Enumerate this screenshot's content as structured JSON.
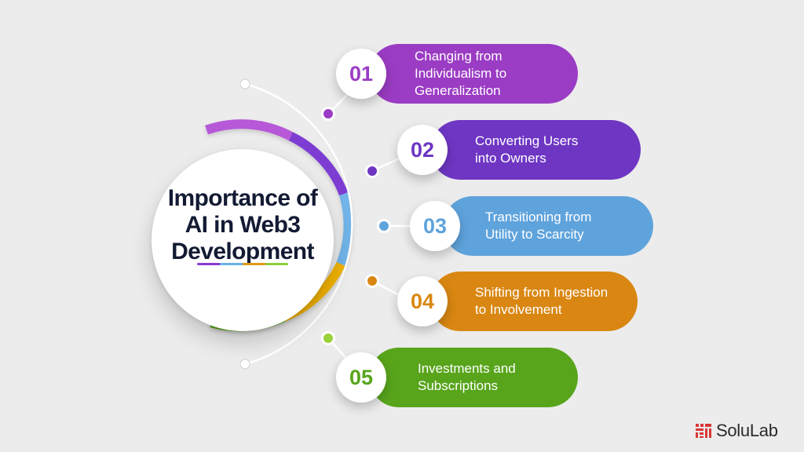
{
  "title": "Importance of AI in Web3 Development",
  "title_lines": [
    "Importance of",
    "AI in Web3",
    "Development"
  ],
  "colors": {
    "background": "#ececec",
    "step1": "#9b3cc4",
    "step2": "#6e36c3",
    "step3": "#5fa3dc",
    "step4": "#d98712",
    "step5": "#58a51c",
    "step5_dot": "#9bd13a",
    "connector": "#ffffff",
    "title_text": "#131a33",
    "logo_red": "#d93636"
  },
  "steps": [
    {
      "number": "01",
      "lines": [
        "Changing from",
        "Individualism to",
        "Generalization"
      ],
      "color_key": "step1"
    },
    {
      "number": "02",
      "lines": [
        "Converting Users",
        "into Owners"
      ],
      "color_key": "step2"
    },
    {
      "number": "03",
      "lines": [
        "Transitioning from",
        "Utility to Scarcity"
      ],
      "color_key": "step3"
    },
    {
      "number": "04",
      "lines": [
        "Shifting from Ingestion",
        "to Involvement"
      ],
      "color_key": "step4"
    },
    {
      "number": "05",
      "lines": [
        "Investments and",
        "Subscriptions"
      ],
      "color_key": "step5"
    }
  ],
  "brand": {
    "name": "SoluLab",
    "icon": "solulab-logo-icon"
  }
}
